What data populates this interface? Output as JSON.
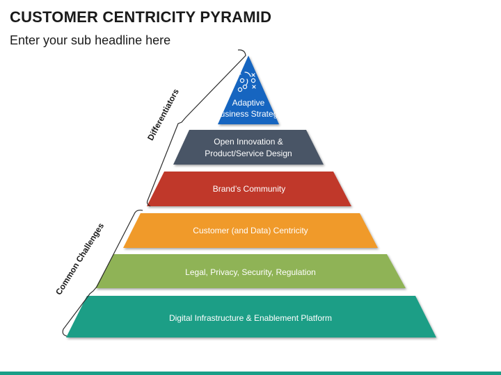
{
  "header": {
    "title": "CUSTOMER CENTRICITY PYRAMID",
    "subtitle": "Enter your sub headline here"
  },
  "pyramid": {
    "levels": [
      {
        "label_line1": "Adaptive",
        "label_line2": "Business Strategy",
        "color": "#1565c0",
        "icon": "strategy-play-icon"
      },
      {
        "label_line1": "Open Innovation &",
        "label_line2": "Product/Service Design",
        "color": "#4a5566"
      },
      {
        "label": "Brand’s Community",
        "color": "#c0392b"
      },
      {
        "label": "Customer (and Data) Centricity",
        "color": "#f09a2a"
      },
      {
        "label": "Legal, Privacy, Security, Regulation",
        "color": "#8fb356"
      },
      {
        "label": "Digital Infrastructure & Enablement Platform",
        "color": "#1e9e86"
      }
    ],
    "brackets": {
      "top": "Differentiators",
      "bottom": "Common Challenges"
    }
  },
  "accent_color": "#1a9e87"
}
